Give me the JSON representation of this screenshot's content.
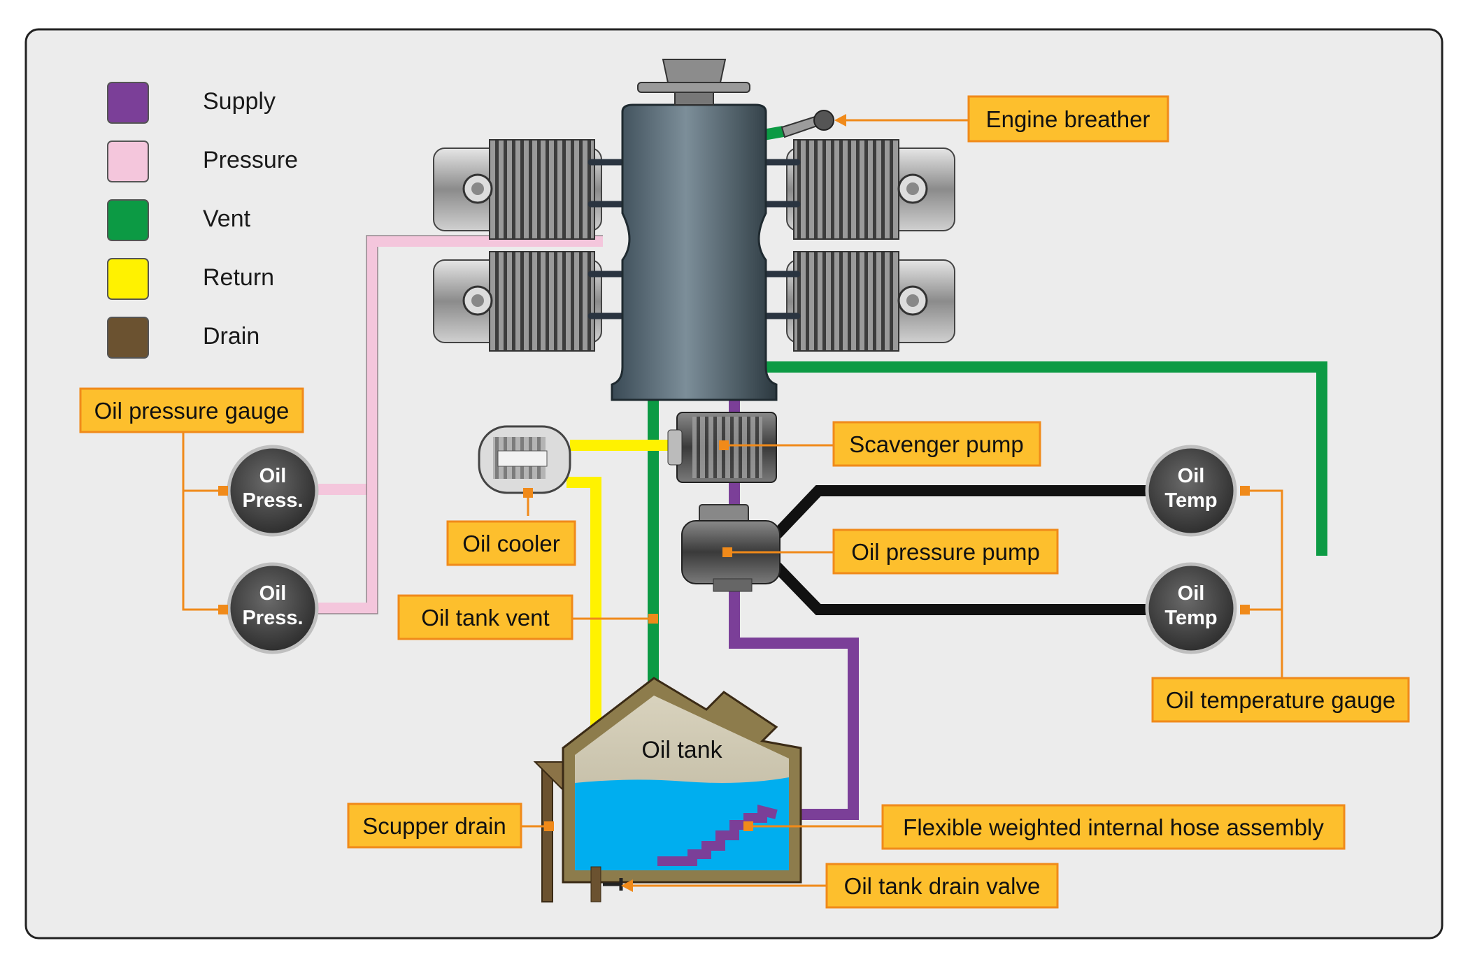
{
  "legend": [
    {
      "label": "Supply",
      "color": "#7b3f98"
    },
    {
      "label": "Pressure",
      "color": "#f4c6dc"
    },
    {
      "label": "Vent",
      "color": "#0c9a44"
    },
    {
      "label": "Return",
      "color": "#fff200"
    },
    {
      "label": "Drain",
      "color": "#6b5230"
    }
  ],
  "callouts": {
    "engine_breather": "Engine breather",
    "oil_pressure_gauge": "Oil pressure gauge",
    "scavenger_pump": "Scavenger pump",
    "oil_cooler": "Oil cooler",
    "oil_pressure_pump": "Oil pressure pump",
    "oil_tank_vent": "Oil tank vent",
    "oil_temperature_gauge": "Oil temperature gauge",
    "scupper_drain": "Scupper drain",
    "flexible_hose": "Flexible weighted internal hose assembly",
    "oil_tank_drain_valve": "Oil tank drain valve"
  },
  "gauges": {
    "pressure_top": {
      "line1": "Oil",
      "line2": "Press."
    },
    "pressure_bottom": {
      "line1": "Oil",
      "line2": "Press."
    },
    "temp_top": {
      "line1": "Oil",
      "line2": "Temp"
    },
    "temp_bottom": {
      "line1": "Oil",
      "line2": "Temp"
    }
  },
  "tank_label": "Oil tank",
  "colors": {
    "supply": "#7b3f98",
    "pressure": "#f4c6dc",
    "vent": "#0c9a44",
    "return": "#fff200",
    "drain": "#6b5230",
    "callout_fill": "#fdbf2d",
    "callout_border": "#f08a1a",
    "oil": "#00aeef"
  }
}
